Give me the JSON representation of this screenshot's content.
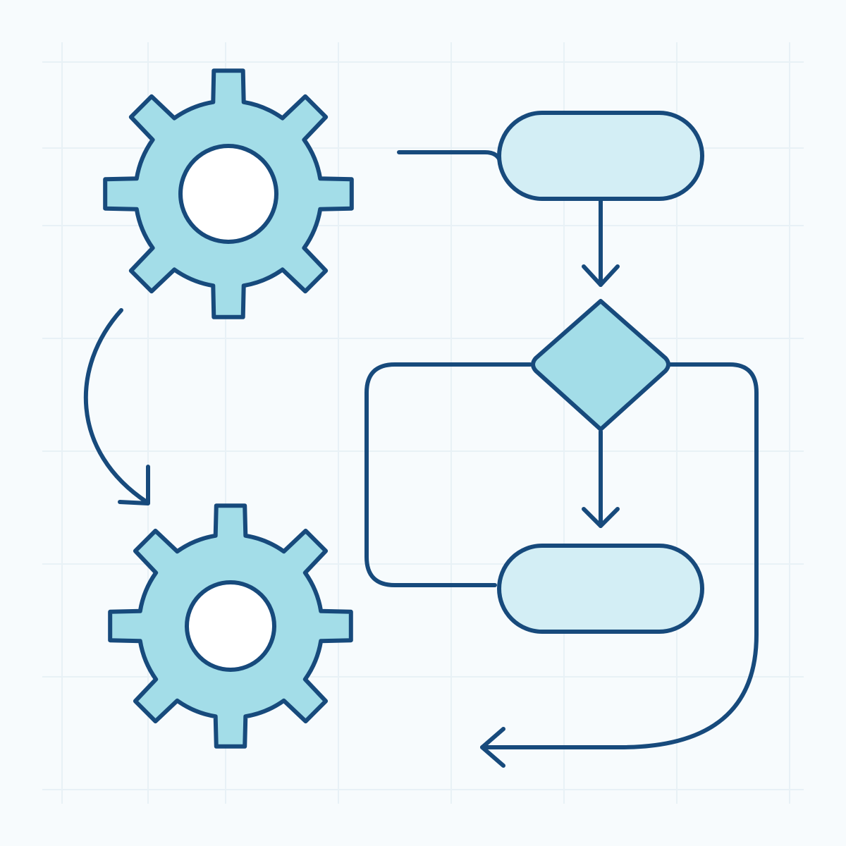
{
  "palette": {
    "background": "#f7fbfd",
    "grid": "#e8f1f6",
    "outline": "#174a7c",
    "gear_fill": "#a3dde8",
    "terminal_fill": "#d3eef5",
    "decision_fill": "#a3dde8"
  },
  "elements": {
    "gears": [
      "gear-icon",
      "gear-icon"
    ],
    "flowchart": [
      "start-terminal",
      "decision-diamond",
      "end-terminal"
    ],
    "connectors": [
      "curved-arrow",
      "loop-back-arrow"
    ]
  }
}
